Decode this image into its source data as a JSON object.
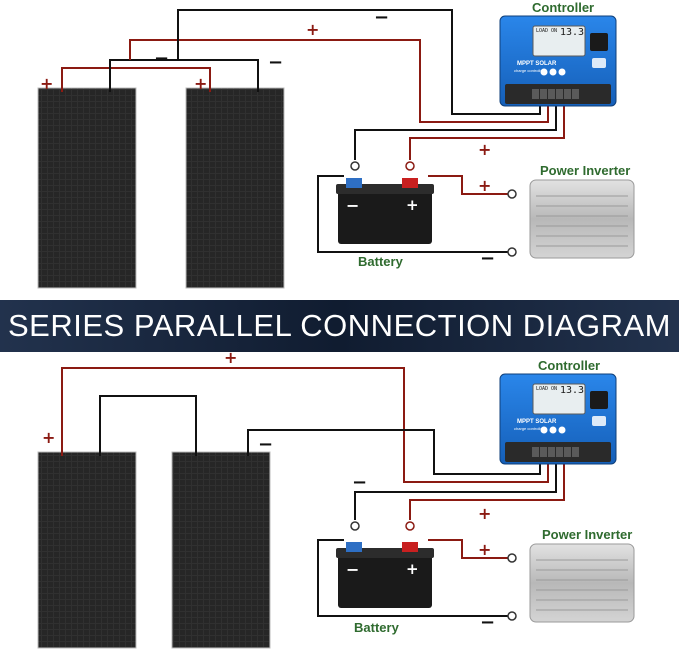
{
  "banner": {
    "title": "SERIES PARALLEL CONNECTION DIAGRAM"
  },
  "top": {
    "controller_label": "Controller",
    "inverter_label": "Power Inverter",
    "battery_label": "Battery",
    "controller": {
      "lcd_mode": "LOAD ON",
      "lcd_value": "13.3",
      "brand_line1": "MPPT SOLAR",
      "brand_line2": "charge controller"
    },
    "signs": {
      "plus": "+",
      "minus": "−"
    }
  },
  "bottom": {
    "controller_label": "Controller",
    "inverter_label": "Power Inverter",
    "battery_label": "Battery",
    "controller": {
      "lcd_mode": "LOAD ON",
      "lcd_value": "13.3",
      "brand_line1": "MPPT SOLAR",
      "brand_line2": "charge controller"
    },
    "signs": {
      "plus": "+",
      "minus": "−"
    }
  },
  "colors": {
    "positive_wire": "#8b1a12",
    "negative_wire": "#111111",
    "controller_blue": "#1e74d6",
    "label_green": "#2f6b2f",
    "banner_bg": "#14213a",
    "panel": "#2a2a2a"
  }
}
